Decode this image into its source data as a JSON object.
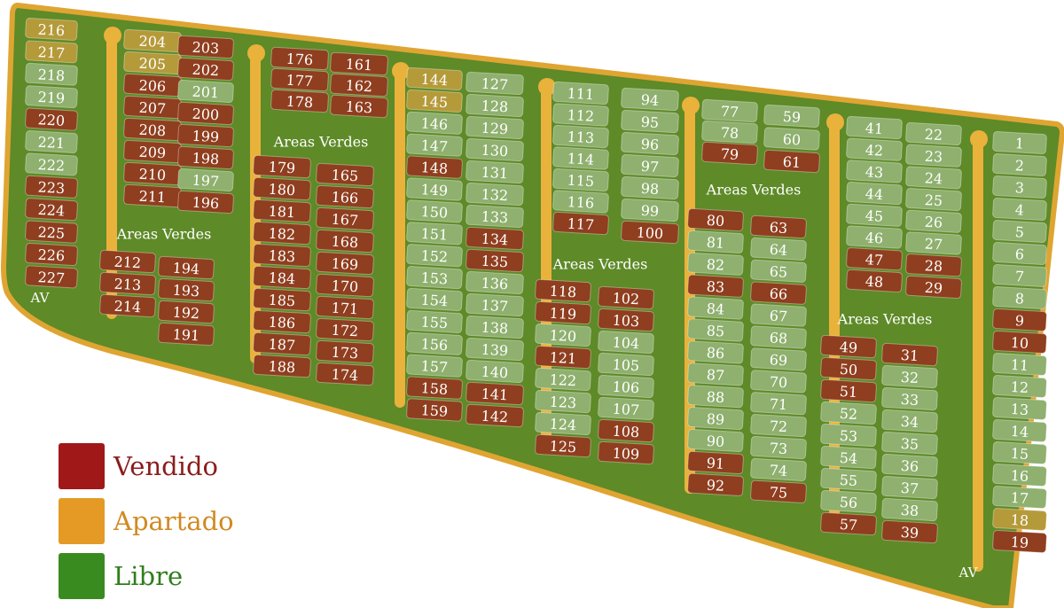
{
  "status_colors": {
    "sold": "#8f3e1f",
    "reserved": "#b59a3a",
    "free": "#8fb06f"
  },
  "avenue_label": "AV",
  "green_area_label": "Areas Verdes",
  "legend": [
    {
      "label": "Vendido",
      "swatch": "#a01818",
      "text_color": "#8a1d1d"
    },
    {
      "label": "Apartado",
      "swatch": "#e49a25",
      "text_color": "#d08a22"
    },
    {
      "label": "Libre",
      "swatch": "#3a8b1f",
      "text_color": "#2f7e1c"
    }
  ],
  "lots": [
    {
      "n": "216",
      "s": "reserved"
    },
    {
      "n": "217",
      "s": "reserved"
    },
    {
      "n": "218",
      "s": "free"
    },
    {
      "n": "219",
      "s": "free"
    },
    {
      "n": "220",
      "s": "sold"
    },
    {
      "n": "221",
      "s": "free"
    },
    {
      "n": "222",
      "s": "free"
    },
    {
      "n": "223",
      "s": "sold"
    },
    {
      "n": "224",
      "s": "sold"
    },
    {
      "n": "225",
      "s": "sold"
    },
    {
      "n": "226",
      "s": "sold"
    },
    {
      "n": "227",
      "s": "sold"
    },
    {
      "n": "204",
      "s": "reserved"
    },
    {
      "n": "205",
      "s": "reserved"
    },
    {
      "n": "206",
      "s": "sold"
    },
    {
      "n": "207",
      "s": "sold"
    },
    {
      "n": "208",
      "s": "sold"
    },
    {
      "n": "209",
      "s": "sold"
    },
    {
      "n": "210",
      "s": "sold"
    },
    {
      "n": "211",
      "s": "sold"
    },
    {
      "n": "203",
      "s": "sold"
    },
    {
      "n": "202",
      "s": "sold"
    },
    {
      "n": "201",
      "s": "free"
    },
    {
      "n": "200",
      "s": "sold"
    },
    {
      "n": "199",
      "s": "sold"
    },
    {
      "n": "198",
      "s": "sold"
    },
    {
      "n": "197",
      "s": "free"
    },
    {
      "n": "196",
      "s": "sold"
    },
    {
      "n": "212",
      "s": "sold"
    },
    {
      "n": "213",
      "s": "sold"
    },
    {
      "n": "214",
      "s": "sold"
    },
    {
      "n": "194",
      "s": "sold"
    },
    {
      "n": "193",
      "s": "sold"
    },
    {
      "n": "192",
      "s": "sold"
    },
    {
      "n": "191",
      "s": "sold"
    },
    {
      "n": "176",
      "s": "sold"
    },
    {
      "n": "177",
      "s": "sold"
    },
    {
      "n": "178",
      "s": "sold"
    },
    {
      "n": "161",
      "s": "sold"
    },
    {
      "n": "162",
      "s": "sold"
    },
    {
      "n": "163",
      "s": "sold"
    },
    {
      "n": "179",
      "s": "sold"
    },
    {
      "n": "180",
      "s": "sold"
    },
    {
      "n": "181",
      "s": "sold"
    },
    {
      "n": "182",
      "s": "sold"
    },
    {
      "n": "183",
      "s": "sold"
    },
    {
      "n": "184",
      "s": "sold"
    },
    {
      "n": "185",
      "s": "sold"
    },
    {
      "n": "186",
      "s": "sold"
    },
    {
      "n": "187",
      "s": "sold"
    },
    {
      "n": "188",
      "s": "sold"
    },
    {
      "n": "165",
      "s": "sold"
    },
    {
      "n": "166",
      "s": "sold"
    },
    {
      "n": "167",
      "s": "sold"
    },
    {
      "n": "168",
      "s": "sold"
    },
    {
      "n": "169",
      "s": "sold"
    },
    {
      "n": "170",
      "s": "sold"
    },
    {
      "n": "171",
      "s": "sold"
    },
    {
      "n": "172",
      "s": "sold"
    },
    {
      "n": "173",
      "s": "sold"
    },
    {
      "n": "174",
      "s": "sold"
    },
    {
      "n": "144",
      "s": "reserved"
    },
    {
      "n": "145",
      "s": "reserved"
    },
    {
      "n": "146",
      "s": "free"
    },
    {
      "n": "147",
      "s": "free"
    },
    {
      "n": "148",
      "s": "sold"
    },
    {
      "n": "149",
      "s": "free"
    },
    {
      "n": "150",
      "s": "free"
    },
    {
      "n": "151",
      "s": "free"
    },
    {
      "n": "152",
      "s": "free"
    },
    {
      "n": "153",
      "s": "free"
    },
    {
      "n": "154",
      "s": "free"
    },
    {
      "n": "155",
      "s": "free"
    },
    {
      "n": "156",
      "s": "free"
    },
    {
      "n": "157",
      "s": "free"
    },
    {
      "n": "158",
      "s": "sold"
    },
    {
      "n": "159",
      "s": "sold"
    },
    {
      "n": "127",
      "s": "free"
    },
    {
      "n": "128",
      "s": "free"
    },
    {
      "n": "129",
      "s": "free"
    },
    {
      "n": "130",
      "s": "free"
    },
    {
      "n": "131",
      "s": "free"
    },
    {
      "n": "132",
      "s": "free"
    },
    {
      "n": "133",
      "s": "free"
    },
    {
      "n": "134",
      "s": "sold"
    },
    {
      "n": "135",
      "s": "sold"
    },
    {
      "n": "136",
      "s": "free"
    },
    {
      "n": "137",
      "s": "free"
    },
    {
      "n": "138",
      "s": "free"
    },
    {
      "n": "139",
      "s": "free"
    },
    {
      "n": "140",
      "s": "free"
    },
    {
      "n": "141",
      "s": "sold"
    },
    {
      "n": "142",
      "s": "sold"
    },
    {
      "n": "111",
      "s": "free"
    },
    {
      "n": "112",
      "s": "free"
    },
    {
      "n": "113",
      "s": "free"
    },
    {
      "n": "114",
      "s": "free"
    },
    {
      "n": "115",
      "s": "free"
    },
    {
      "n": "116",
      "s": "free"
    },
    {
      "n": "117",
      "s": "sold"
    },
    {
      "n": "94",
      "s": "free"
    },
    {
      "n": "95",
      "s": "free"
    },
    {
      "n": "96",
      "s": "free"
    },
    {
      "n": "97",
      "s": "free"
    },
    {
      "n": "98",
      "s": "free"
    },
    {
      "n": "99",
      "s": "free"
    },
    {
      "n": "100",
      "s": "sold"
    },
    {
      "n": "118",
      "s": "sold"
    },
    {
      "n": "119",
      "s": "sold"
    },
    {
      "n": "120",
      "s": "free"
    },
    {
      "n": "121",
      "s": "sold"
    },
    {
      "n": "122",
      "s": "free"
    },
    {
      "n": "123",
      "s": "free"
    },
    {
      "n": "124",
      "s": "free"
    },
    {
      "n": "125",
      "s": "sold"
    },
    {
      "n": "102",
      "s": "sold"
    },
    {
      "n": "103",
      "s": "sold"
    },
    {
      "n": "104",
      "s": "free"
    },
    {
      "n": "105",
      "s": "free"
    },
    {
      "n": "106",
      "s": "free"
    },
    {
      "n": "107",
      "s": "free"
    },
    {
      "n": "108",
      "s": "sold"
    },
    {
      "n": "109",
      "s": "sold"
    },
    {
      "n": "77",
      "s": "free"
    },
    {
      "n": "78",
      "s": "free"
    },
    {
      "n": "79",
      "s": "sold"
    },
    {
      "n": "59",
      "s": "free"
    },
    {
      "n": "60",
      "s": "free"
    },
    {
      "n": "61",
      "s": "sold"
    },
    {
      "n": "80",
      "s": "sold"
    },
    {
      "n": "81",
      "s": "free"
    },
    {
      "n": "82",
      "s": "free"
    },
    {
      "n": "83",
      "s": "sold"
    },
    {
      "n": "84",
      "s": "free"
    },
    {
      "n": "85",
      "s": "free"
    },
    {
      "n": "86",
      "s": "free"
    },
    {
      "n": "87",
      "s": "free"
    },
    {
      "n": "88",
      "s": "free"
    },
    {
      "n": "89",
      "s": "free"
    },
    {
      "n": "90",
      "s": "free"
    },
    {
      "n": "91",
      "s": "sold"
    },
    {
      "n": "92",
      "s": "sold"
    },
    {
      "n": "63",
      "s": "sold"
    },
    {
      "n": "64",
      "s": "free"
    },
    {
      "n": "65",
      "s": "free"
    },
    {
      "n": "66",
      "s": "sold"
    },
    {
      "n": "67",
      "s": "free"
    },
    {
      "n": "68",
      "s": "free"
    },
    {
      "n": "69",
      "s": "free"
    },
    {
      "n": "70",
      "s": "free"
    },
    {
      "n": "71",
      "s": "free"
    },
    {
      "n": "72",
      "s": "free"
    },
    {
      "n": "73",
      "s": "free"
    },
    {
      "n": "74",
      "s": "free"
    },
    {
      "n": "75",
      "s": "sold"
    },
    {
      "n": "41",
      "s": "free"
    },
    {
      "n": "42",
      "s": "free"
    },
    {
      "n": "43",
      "s": "free"
    },
    {
      "n": "44",
      "s": "free"
    },
    {
      "n": "45",
      "s": "free"
    },
    {
      "n": "46",
      "s": "free"
    },
    {
      "n": "47",
      "s": "sold"
    },
    {
      "n": "48",
      "s": "sold"
    },
    {
      "n": "22",
      "s": "free"
    },
    {
      "n": "23",
      "s": "free"
    },
    {
      "n": "24",
      "s": "free"
    },
    {
      "n": "25",
      "s": "free"
    },
    {
      "n": "26",
      "s": "free"
    },
    {
      "n": "27",
      "s": "free"
    },
    {
      "n": "28",
      "s": "sold"
    },
    {
      "n": "29",
      "s": "sold"
    },
    {
      "n": "49",
      "s": "sold"
    },
    {
      "n": "50",
      "s": "sold"
    },
    {
      "n": "51",
      "s": "sold"
    },
    {
      "n": "52",
      "s": "free"
    },
    {
      "n": "53",
      "s": "free"
    },
    {
      "n": "54",
      "s": "free"
    },
    {
      "n": "55",
      "s": "free"
    },
    {
      "n": "56",
      "s": "free"
    },
    {
      "n": "57",
      "s": "sold"
    },
    {
      "n": "31",
      "s": "sold"
    },
    {
      "n": "32",
      "s": "free"
    },
    {
      "n": "33",
      "s": "free"
    },
    {
      "n": "34",
      "s": "free"
    },
    {
      "n": "35",
      "s": "free"
    },
    {
      "n": "36",
      "s": "free"
    },
    {
      "n": "37",
      "s": "free"
    },
    {
      "n": "38",
      "s": "free"
    },
    {
      "n": "39",
      "s": "sold"
    },
    {
      "n": "1",
      "s": "free"
    },
    {
      "n": "2",
      "s": "free"
    },
    {
      "n": "3",
      "s": "free"
    },
    {
      "n": "4",
      "s": "free"
    },
    {
      "n": "5",
      "s": "free"
    },
    {
      "n": "6",
      "s": "free"
    },
    {
      "n": "7",
      "s": "free"
    },
    {
      "n": "8",
      "s": "free"
    },
    {
      "n": "9",
      "s": "sold"
    },
    {
      "n": "10",
      "s": "sold"
    },
    {
      "n": "11",
      "s": "free"
    },
    {
      "n": "12",
      "s": "free"
    },
    {
      "n": "13",
      "s": "free"
    },
    {
      "n": "14",
      "s": "free"
    },
    {
      "n": "15",
      "s": "free"
    },
    {
      "n": "16",
      "s": "free"
    },
    {
      "n": "17",
      "s": "free"
    },
    {
      "n": "18",
      "s": "reserved"
    },
    {
      "n": "19",
      "s": "sold"
    }
  ]
}
